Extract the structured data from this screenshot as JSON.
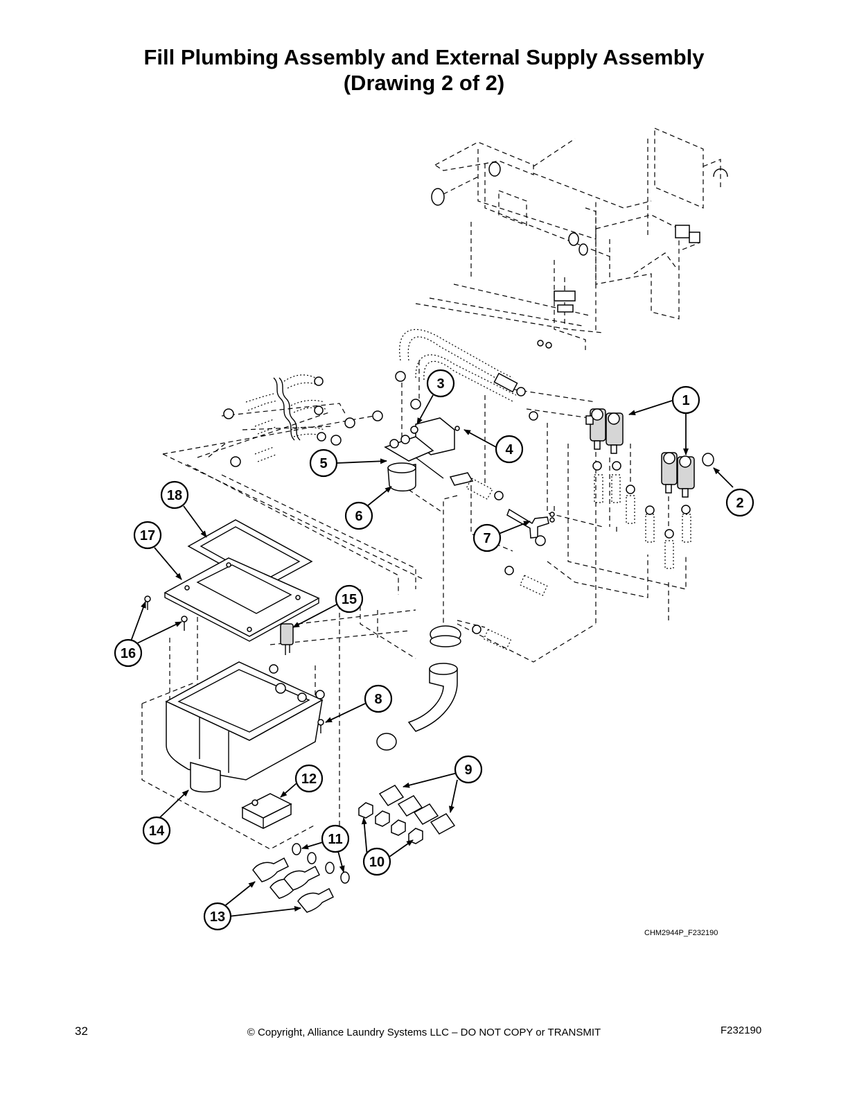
{
  "title_line1": "Fill Plumbing Assembly and External Supply Assembly",
  "title_line2": "(Drawing 2 of 2)",
  "drawing_code": "CHM2944P_F232190",
  "footer": {
    "page_number": "32",
    "copyright": "© Copyright, Alliance Laundry Systems LLC – DO NOT COPY or TRANSMIT",
    "doc_code": "F232190"
  },
  "callouts": [
    "1",
    "2",
    "3",
    "4",
    "5",
    "6",
    "7",
    "8",
    "9",
    "10",
    "11",
    "12",
    "13",
    "14",
    "15",
    "16",
    "17",
    "18"
  ]
}
